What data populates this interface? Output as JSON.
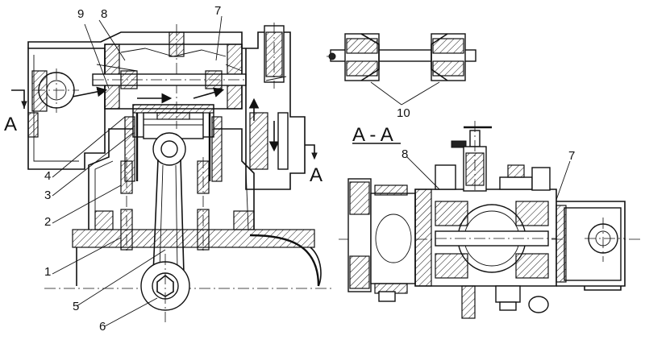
{
  "figure": {
    "part_labels": [
      "1",
      "2",
      "3",
      "4",
      "5",
      "6",
      "7",
      "8",
      "9",
      "10"
    ],
    "section_left_label": "A",
    "section_right_label": "A",
    "section_title": "A - A",
    "section_part_labels": [
      "8",
      "7"
    ]
  }
}
